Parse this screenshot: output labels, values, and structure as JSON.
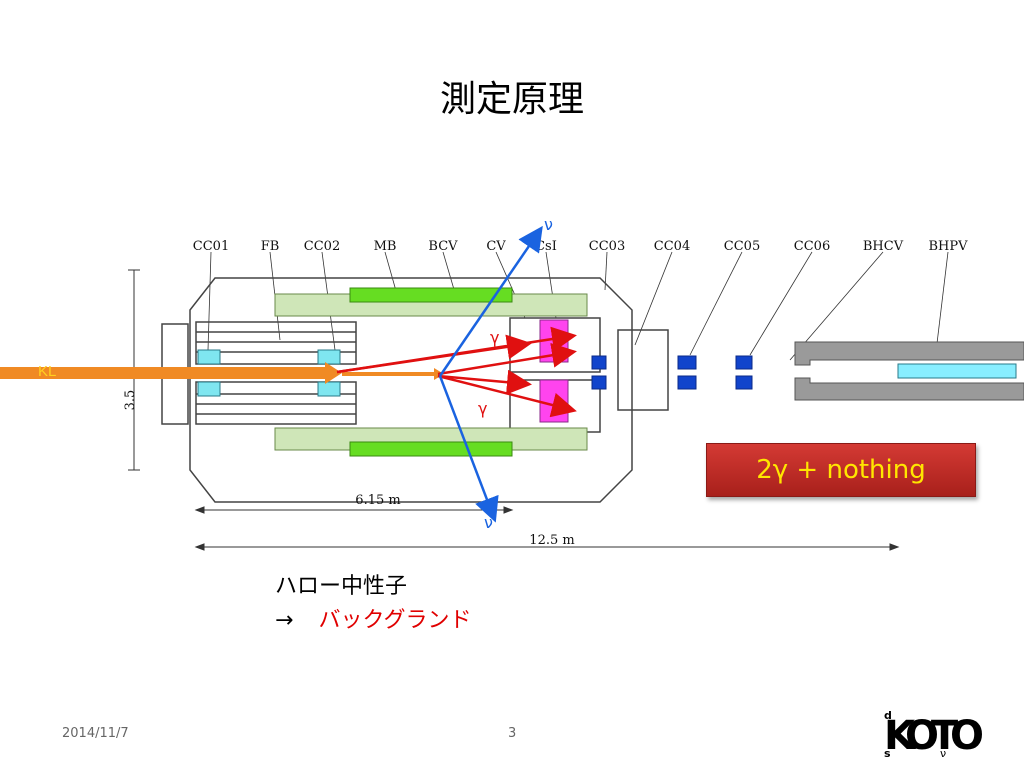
{
  "slide": {
    "title": "測定原理",
    "date": "2014/11/7",
    "page": "3"
  },
  "diagram": {
    "detector_labels": [
      "CC01",
      "FB",
      "CC02",
      "MB",
      "BCV",
      "CV",
      "CsI",
      "CC03",
      "CC04",
      "CC05",
      "CC06",
      "BHCV",
      "BHPV"
    ],
    "beam_label": "KL",
    "gamma_upper": "γ",
    "gamma_lower": "γ",
    "nu_upper": "ν",
    "nu_lower": "ν",
    "dimension_height": "3.5",
    "dimension_short": "6.15 m",
    "dimension_long": "12.5 m",
    "colors": {
      "beam": "#f08a24",
      "gamma": "#e01010",
      "neutrino": "#1a63e0",
      "csi": "#ff44ee",
      "mb": "#66dd22",
      "detector_blue": "#1144cc"
    }
  },
  "badge": {
    "text": "2γ + nothing"
  },
  "notes": {
    "line1": "ハロー中性子",
    "arrow": "→",
    "line2": "バックグランド"
  },
  "logo": {
    "text": "KOTO",
    "sub_d": "d",
    "sub_s": "s",
    "sub_v": "ν"
  }
}
